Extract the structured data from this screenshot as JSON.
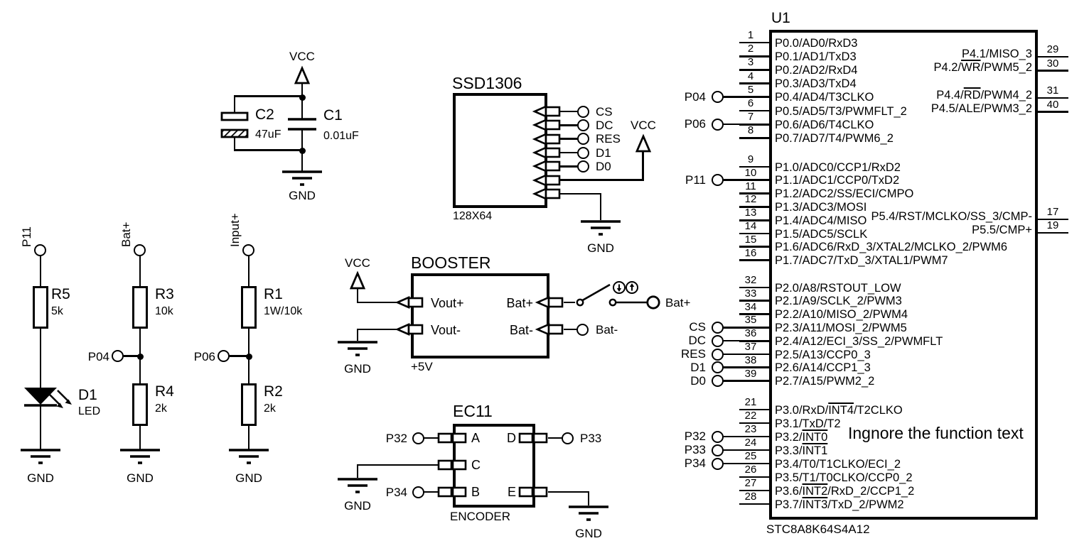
{
  "colors": {
    "ink": "#000000",
    "paper": "#ffffff"
  },
  "power": {
    "vcc": "VCC",
    "gnd": "GND"
  },
  "decoupling": {
    "c2_ref": "C2",
    "c2_value": "47uF",
    "c1_ref": "C1",
    "c1_value": "0.01uF"
  },
  "led_branch": {
    "terminal": "P11",
    "res_ref": "R5",
    "res_value": "5k",
    "led_ref": "D1",
    "led_value": "LED"
  },
  "bat_divider": {
    "terminal": "Bat+",
    "res_top_ref": "R3",
    "res_top_value": "10k",
    "tap": "P04",
    "res_bot_ref": "R4",
    "res_bot_value": "2k"
  },
  "input_divider": {
    "terminal": "Input+",
    "res_top_ref": "R1",
    "res_top_value": "1W/10k",
    "tap": "P06",
    "res_bot_ref": "R2",
    "res_bot_value": "2k"
  },
  "oled": {
    "title": "SSD1306",
    "size": "128X64",
    "pins": [
      "CS",
      "DC",
      "RES",
      "D1",
      "D0"
    ]
  },
  "booster": {
    "title": "BOOSTER",
    "output": "+5V",
    "pin_vout_pos": "Vout+",
    "pin_vout_neg": "Vout-",
    "pin_bat_pos": "Bat+",
    "pin_bat_neg": "Bat-",
    "terminal_bat_pos": "Bat+",
    "terminal_bat_neg": "Bat-",
    "switch_down_icon": "↓",
    "switch_up_icon": "↑"
  },
  "encoder": {
    "title": "EC11",
    "caption": "ENCODER",
    "pin_a": "A",
    "pin_c": "C",
    "pin_b": "B",
    "pin_d": "D",
    "pin_e": "E",
    "terminal_a": "P32",
    "terminal_b": "P34",
    "terminal_d": "P33"
  },
  "u1": {
    "ref": "U1",
    "part": "STC8A8K64S4A12",
    "note": "Ingnore the function text",
    "overline_tokens": [
      "WR",
      "RD",
      "INT0",
      "INT1",
      "INT2",
      "INT3",
      "INT4"
    ],
    "left_groups": [
      [
        {
          "num": "1",
          "label": "P0.0/AD0/RxD3"
        },
        {
          "num": "2",
          "label": "P0.1/AD1/TxD3"
        },
        {
          "num": "3",
          "label": "P0.2/AD2/RxD4"
        },
        {
          "num": "4",
          "label": "P0.3/AD3/TxD4"
        },
        {
          "num": "5",
          "label": "P0.4/AD4/T3CLKO",
          "term": "P04"
        },
        {
          "num": "6",
          "label": "P0.5/AD5/T3/PWMFLT_2"
        },
        {
          "num": "7",
          "label": "P0.6/AD6/T4CLKO",
          "term": "P06"
        },
        {
          "num": "8",
          "label": "P0.7/AD7/T4/PWM6_2"
        }
      ],
      [
        {
          "num": "9",
          "label": "P1.0/ADC0/CCP1/RxD2"
        },
        {
          "num": "10",
          "label": "P1.1/ADC1/CCP0/TxD2",
          "term": "P11"
        },
        {
          "num": "11",
          "label": "P1.2/ADC2/SS/ECI/CMPO"
        },
        {
          "num": "12",
          "label": "P1.3/ADC3/MOSI"
        },
        {
          "num": "13",
          "label": "P1.4/ADC4/MISO"
        },
        {
          "num": "14",
          "label": "P1.5/ADC5/SCLK"
        },
        {
          "num": "15",
          "label": "P1.6/ADC6/RxD_3/XTAL2/MCLKO_2/PWM6"
        },
        {
          "num": "16",
          "label": "P1.7/ADC7/TxD_3/XTAL1/PWM7"
        }
      ],
      [
        {
          "num": "32",
          "label": "P2.0/A8/RSTOUT_LOW"
        },
        {
          "num": "33",
          "label": "P2.1/A9/SCLK_2/PWM3"
        },
        {
          "num": "34",
          "label": "P2.2/A10/MISO_2/PWM4"
        },
        {
          "num": "35",
          "label": "P2.3/A11/MOSI_2/PWM5",
          "term": "CS"
        },
        {
          "num": "36",
          "label": "P2.4/A12/ECI_3/SS_2/PWMFLT",
          "term": "DC"
        },
        {
          "num": "37",
          "label": "P2.5/A13/CCP0_3",
          "term": "RES"
        },
        {
          "num": "38",
          "label": "P2.6/A14/CCP1_3",
          "term": "D1"
        },
        {
          "num": "39",
          "label": "P2.7/A15/PWM2_2",
          "term": "D0"
        }
      ],
      [
        {
          "num": "21",
          "label": "P3.0/RxD/INT4/T2CLKO"
        },
        {
          "num": "22",
          "label": "P3.1/TxD/T2"
        },
        {
          "num": "23",
          "label": "P3.2/INT0",
          "term": "P32"
        },
        {
          "num": "24",
          "label": "P3.3/INT1",
          "term": "P33"
        },
        {
          "num": "25",
          "label": "P3.4/T0/T1CLKO/ECI_2",
          "term": "P34"
        },
        {
          "num": "26",
          "label": "P3.5/T1/T0CLKO/CCP0_2"
        },
        {
          "num": "27",
          "label": "P3.6/INT2/RxD_2/CCP1_2"
        },
        {
          "num": "28",
          "label": "P3.7/INT3/TxD_2/PWM2"
        }
      ]
    ],
    "right_pins": [
      {
        "num": "29",
        "label": "P4.1/MISO_3"
      },
      {
        "num": "30",
        "label": "P4.2/WR/PWM5_2"
      },
      {
        "num": "31",
        "label": "P4.4/RD/PWM4_2"
      },
      {
        "num": "40",
        "label": "P4.5/ALE/PWM3_2"
      },
      {
        "num": "17",
        "label": "P5.4/RST/MCLKO/SS_3/CMP-"
      },
      {
        "num": "19",
        "label": "P5.5/CMP+"
      }
    ]
  }
}
